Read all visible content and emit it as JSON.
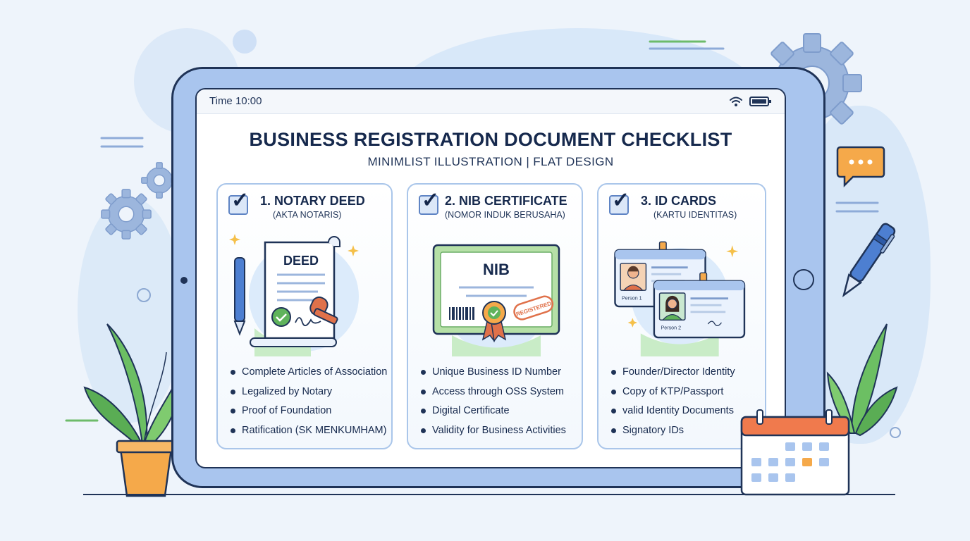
{
  "status_bar": {
    "time": "Time 10:00",
    "wifi_icon": "wifi-icon",
    "battery_icon": "battery-icon"
  },
  "header": {
    "title": "BUSINESS REGISTRATION DOCUMENT CHECKLIST",
    "subtitle": "MINIMLIST ILLUSTRATION | FLAT DESIGN"
  },
  "cards": [
    {
      "title": "1. NOTARY DEED",
      "subtitle": "(AKTA NOTARIS)",
      "illustration_label": "DEED",
      "items": [
        "Complete Articles of Association",
        "Legalized by Notary",
        "Proof of Foundation",
        "Ratification (SK MENKUMHAM)"
      ]
    },
    {
      "title": "2. NIB CERTIFICATE",
      "subtitle": "(NOMOR INDUK BERUSAHA)",
      "illustration_label": "NIB",
      "stamp_text": "REGISTERED",
      "items": [
        "Unique Business ID Number",
        "Access through OSS System",
        "Digital Certificate",
        "Validity for Business Activities"
      ]
    },
    {
      "title": "3. ID CARDS",
      "subtitle": "(KARTU IDENTITAS)",
      "person_labels": [
        "Person 1",
        "Person 2"
      ],
      "items": [
        "Founder/Director Identity",
        "Copy of KTP/Passport",
        "valid Identity Documents",
        "Signatory IDs"
      ]
    }
  ],
  "colors": {
    "accent": "#1f3357",
    "tablet": "#a9c5ee",
    "orange": "#f5a94a",
    "green": "#5fb35b"
  }
}
